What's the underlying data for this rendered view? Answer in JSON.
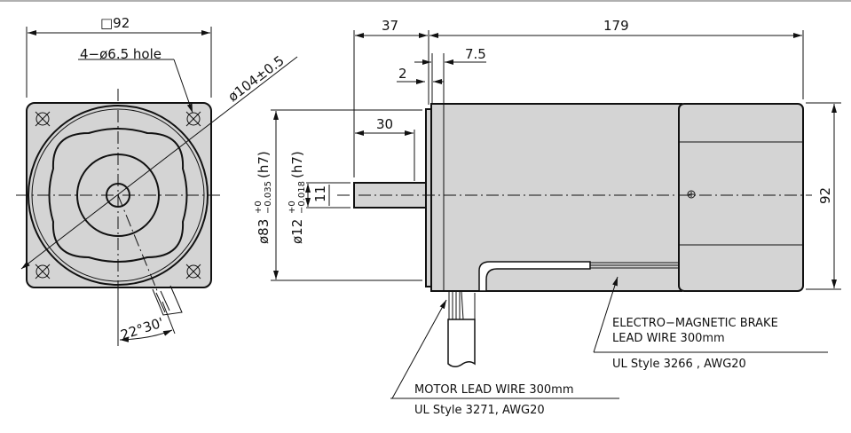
{
  "drawing": {
    "front_view": {
      "square_dim": "□92",
      "hole_note": "4−ø6.5 hole",
      "pcd_dim": "ø104±0.5",
      "angle_dim": "22°30'"
    },
    "side_view": {
      "length_dim": "179",
      "shaft_length_dim": "37",
      "flange_dim_a": "7.5",
      "flange_dim_b": "2",
      "key_length_dim": "30",
      "pilot_dim": "ø83",
      "pilot_tol_upper": "+0",
      "pilot_tol_lower": "−0.035",
      "pilot_fit": "(h7)",
      "shaft_dim": "ø12",
      "shaft_tol_upper": "+0",
      "shaft_tol_lower": "−0.018",
      "shaft_fit": "(h7)",
      "key_height_dim": "11",
      "height_dim": "92"
    },
    "notes": {
      "brake_wire_line1": "ELECTRO−MAGNETIC BRAKE",
      "brake_wire_line2": "LEAD WIRE 300mm",
      "brake_wire_spec": "UL Style 3266 , AWG20",
      "motor_wire_line1": "MOTOR LEAD WIRE 300mm",
      "motor_wire_spec": "UL Style 3271, AWG20"
    },
    "colors": {
      "body": "#d4d4d4",
      "line": "#111111"
    }
  }
}
